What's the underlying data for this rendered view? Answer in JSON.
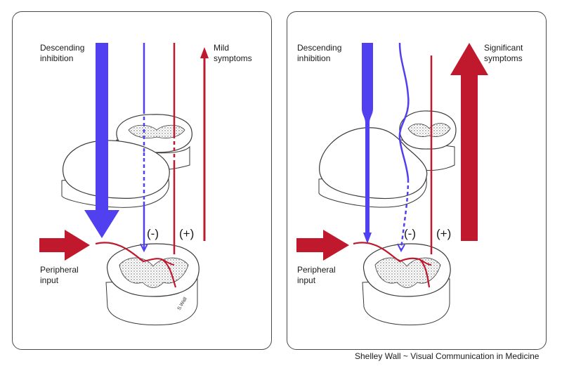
{
  "colors": {
    "inhibition": "#5040f0",
    "excitation": "#c0182c",
    "outline": "#3a3a3a"
  },
  "left_panel": {
    "descending_label": "Descending\ninhibition",
    "symptoms_label": "Mild\nsymptoms",
    "minus_label": "(-)",
    "plus_label": "(+)",
    "peripheral_label": "Peripheral\ninput"
  },
  "right_panel": {
    "descending_label": "Descending\ninhibition",
    "symptoms_label": "Significant\nsymptoms",
    "minus_label": "(-)",
    "plus_label": "(+)",
    "peripheral_label": "Peripheral\ninput"
  },
  "signature": "S.Wall",
  "credit": "Shelley Wall  ~ Visual Communication in Medicine"
}
